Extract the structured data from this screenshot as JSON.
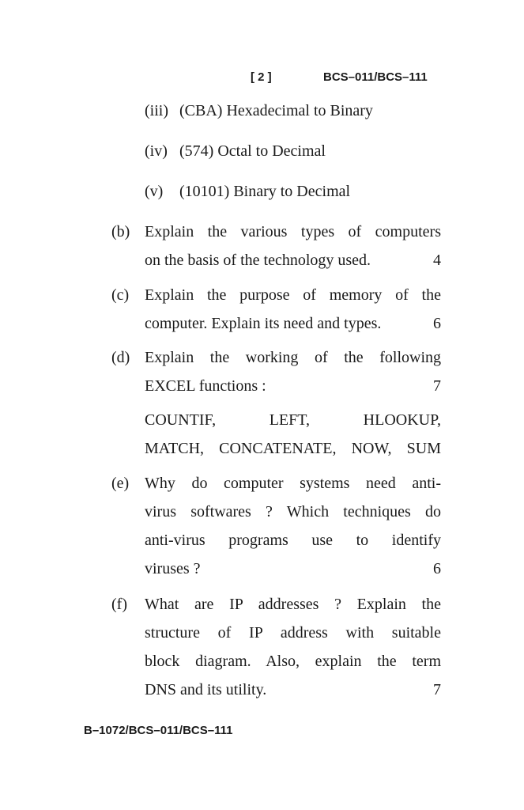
{
  "header": {
    "page_number": "[ 2 ]",
    "code": "BCS–011/BCS–111"
  },
  "subitems": [
    {
      "label": "(iii)",
      "text": "(CBA) Hexadecimal to Binary"
    },
    {
      "label": "(iv)",
      "text": "(574) Octal to Decimal"
    },
    {
      "label": "(v)",
      "text": "(10101) Binary to Decimal"
    }
  ],
  "questions": {
    "b": {
      "label": "(b)",
      "lines": [
        "Explain the various types of computers",
        "on the basis of the technology used."
      ],
      "marks": "4"
    },
    "c": {
      "label": "(c)",
      "lines": [
        "Explain the purpose of memory of the",
        "computer. Explain its need and types."
      ],
      "marks": "6"
    },
    "d": {
      "label": "(d)",
      "lines": [
        "Explain the working of the following",
        "EXCEL functions :"
      ],
      "marks": "7",
      "functions_lines": [
        "COUNTIF, LEFT, HLOOKUP,",
        "MATCH, CONCATENATE, NOW, SUM"
      ]
    },
    "e": {
      "label": "(e)",
      "lines": [
        "Why do computer systems need anti-",
        "virus softwares ? Which techniques do",
        "anti-virus programs use to identify",
        "viruses ?"
      ],
      "marks": "6"
    },
    "f": {
      "label": "(f)",
      "lines": [
        "What are IP addresses ? Explain the",
        "structure of IP address with suitable",
        "block diagram. Also, explain the term",
        "DNS and its utility."
      ],
      "marks": "7"
    }
  },
  "footer": {
    "code": "B–1072/BCS–011/BCS–111"
  }
}
